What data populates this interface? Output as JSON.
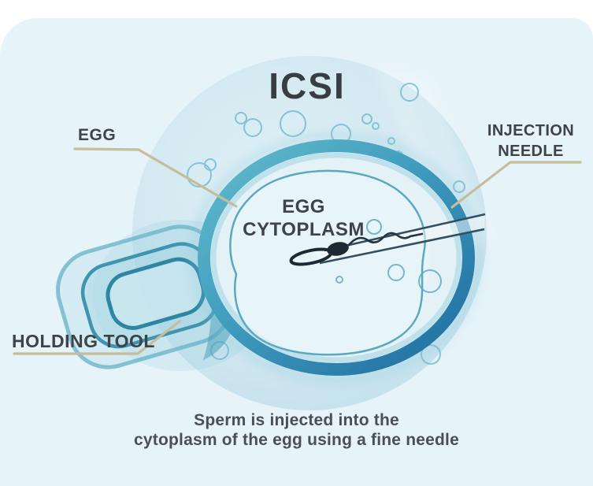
{
  "title": "ICSI",
  "labels": {
    "egg": "EGG",
    "egg_cytoplasm": "EGG CYTOPLASM",
    "injection_needle": "INJECTION NEEDLE",
    "holding_tool": "HOLDING TOOL"
  },
  "caption": {
    "line1": "Sperm is injected into the",
    "line2": "cytoplasm of the egg using a fine needle"
  },
  "colors": {
    "page_background": "#ffffff",
    "panel_background": "#e6f3f9",
    "title_text": "#383d43",
    "label_text": "#3e4349",
    "caption_text": "#4a4f57",
    "leader_line": "#c6bd9b",
    "cell_outline": "#2a7ba6",
    "cell_teal": "#57b2c8",
    "tool_teal": "#3f95af",
    "needle_outline": "#33505f"
  }
}
